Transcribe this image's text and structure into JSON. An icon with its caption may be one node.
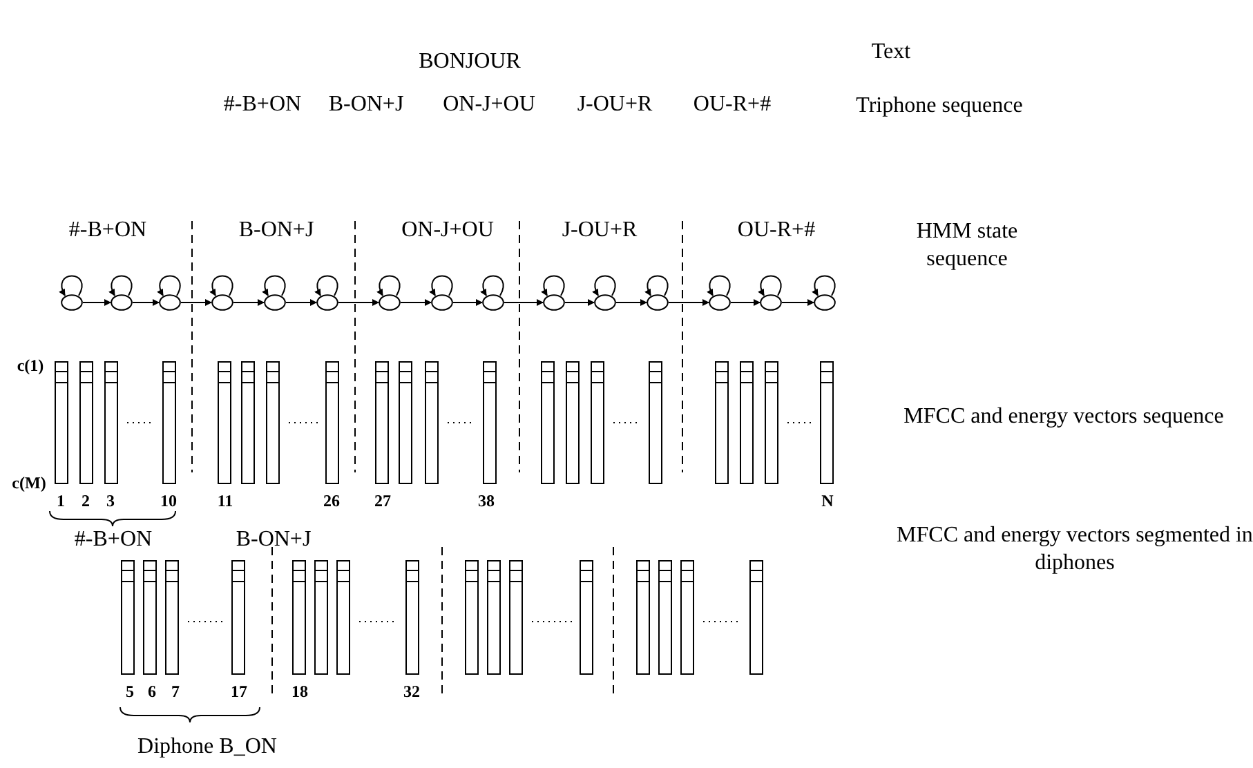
{
  "diagram": {
    "nodes": [
      {
        "text": [],
        "shape": "circle"
      },
      {
        "text": [],
        "shape": "circle"
      },
      {
        "text": [],
        "shape": "circle"
      },
      {
        "text": [],
        "shape": "circle"
      },
      {
        "text": [],
        "shape": "circle"
      },
      {
        "text": [],
        "shape": "circle"
      },
      {
        "text": [],
        "shape": "circle"
      },
      {
        "text": [],
        "shape": "circle"
      },
      {
        "text": [],
        "shape": "circle"
      },
      {
        "text": [],
        "shape": "circle"
      },
      {
        "text": [],
        "shape": "circle"
      },
      {
        "text": [],
        "shape": "circle"
      },
      {
        "text": [],
        "shape": "circle"
      },
      {
        "text": [],
        "shape": "circle"
      },
      {
        "text": [],
        "shape": "circle"
      }
    ],
    "edges": [
      {
        "from": 0,
        "to": 0,
        "arrow": "to"
      },
      {
        "from": 0,
        "to": 1,
        "arrow": "to"
      },
      {
        "from": 1,
        "to": 1,
        "arrow": "to"
      },
      {
        "from": 1,
        "to": 2,
        "arrow": "to"
      },
      {
        "from": 2,
        "to": 2,
        "arrow": "to"
      },
      {
        "from": 2,
        "to": 3,
        "arrow": "to"
      },
      {
        "from": 3,
        "to": 3,
        "arrow": "to"
      },
      {
        "from": 3,
        "to": 4,
        "arrow": "to"
      },
      {
        "from": 4,
        "to": 4,
        "arrow": "to"
      },
      {
        "from": 4,
        "to": 5,
        "arrow": "to"
      },
      {
        "from": 5,
        "to": 5,
        "arrow": "to"
      },
      {
        "from": 5,
        "to": 6,
        "arrow": "to"
      },
      {
        "from": 6,
        "to": 6,
        "arrow": "to"
      },
      {
        "from": 6,
        "to": 7,
        "arrow": "to"
      },
      {
        "from": 7,
        "to": 7,
        "arrow": "to"
      },
      {
        "from": 7,
        "to": 8,
        "arrow": "to"
      },
      {
        "from": 8,
        "to": 8,
        "arrow": "to"
      },
      {
        "from": 8,
        "to": 9,
        "arrow": "to"
      },
      {
        "from": 9,
        "to": 9,
        "arrow": "to"
      },
      {
        "from": 9,
        "to": 10,
        "arrow": "to"
      },
      {
        "from": 10,
        "to": 10,
        "arrow": "to"
      },
      {
        "from": 10,
        "to": 11,
        "arrow": "to"
      },
      {
        "from": 11,
        "to": 11,
        "arrow": "to"
      },
      {
        "from": 11,
        "to": 12,
        "arrow": "to"
      },
      {
        "from": 12,
        "to": 12,
        "arrow": "to"
      },
      {
        "from": 12,
        "to": 13,
        "arrow": "to"
      },
      {
        "from": 13,
        "to": 13,
        "arrow": "to"
      },
      {
        "from": 13,
        "to": 14,
        "arrow": "to"
      },
      {
        "from": 14,
        "to": 14,
        "arrow": "to"
      }
    ],
    "labels": [
      "BONJOUR",
      "Text",
      "#-B+ON",
      "B-ON+J",
      "ON-J+OU",
      "J-OU+R",
      "OU-R+#",
      "Triphone sequence",
      "#-B+ON",
      "B-ON+J",
      "ON-J+OU",
      "J-OU+R",
      "OU-R+#",
      "HMM state sequence",
      "c(1)",
      "MFCC and energy vectors sequence",
      "c(M)",
      "1",
      "2",
      "3",
      "10",
      "11",
      "26",
      "27",
      "38",
      "N",
      "#-B+ON",
      "B-ON+J",
      "MFCC and energy vectors segmented in diphones",
      "5",
      "6",
      "7",
      "17",
      "18",
      "32",
      "Diphone B_ON"
    ]
  }
}
